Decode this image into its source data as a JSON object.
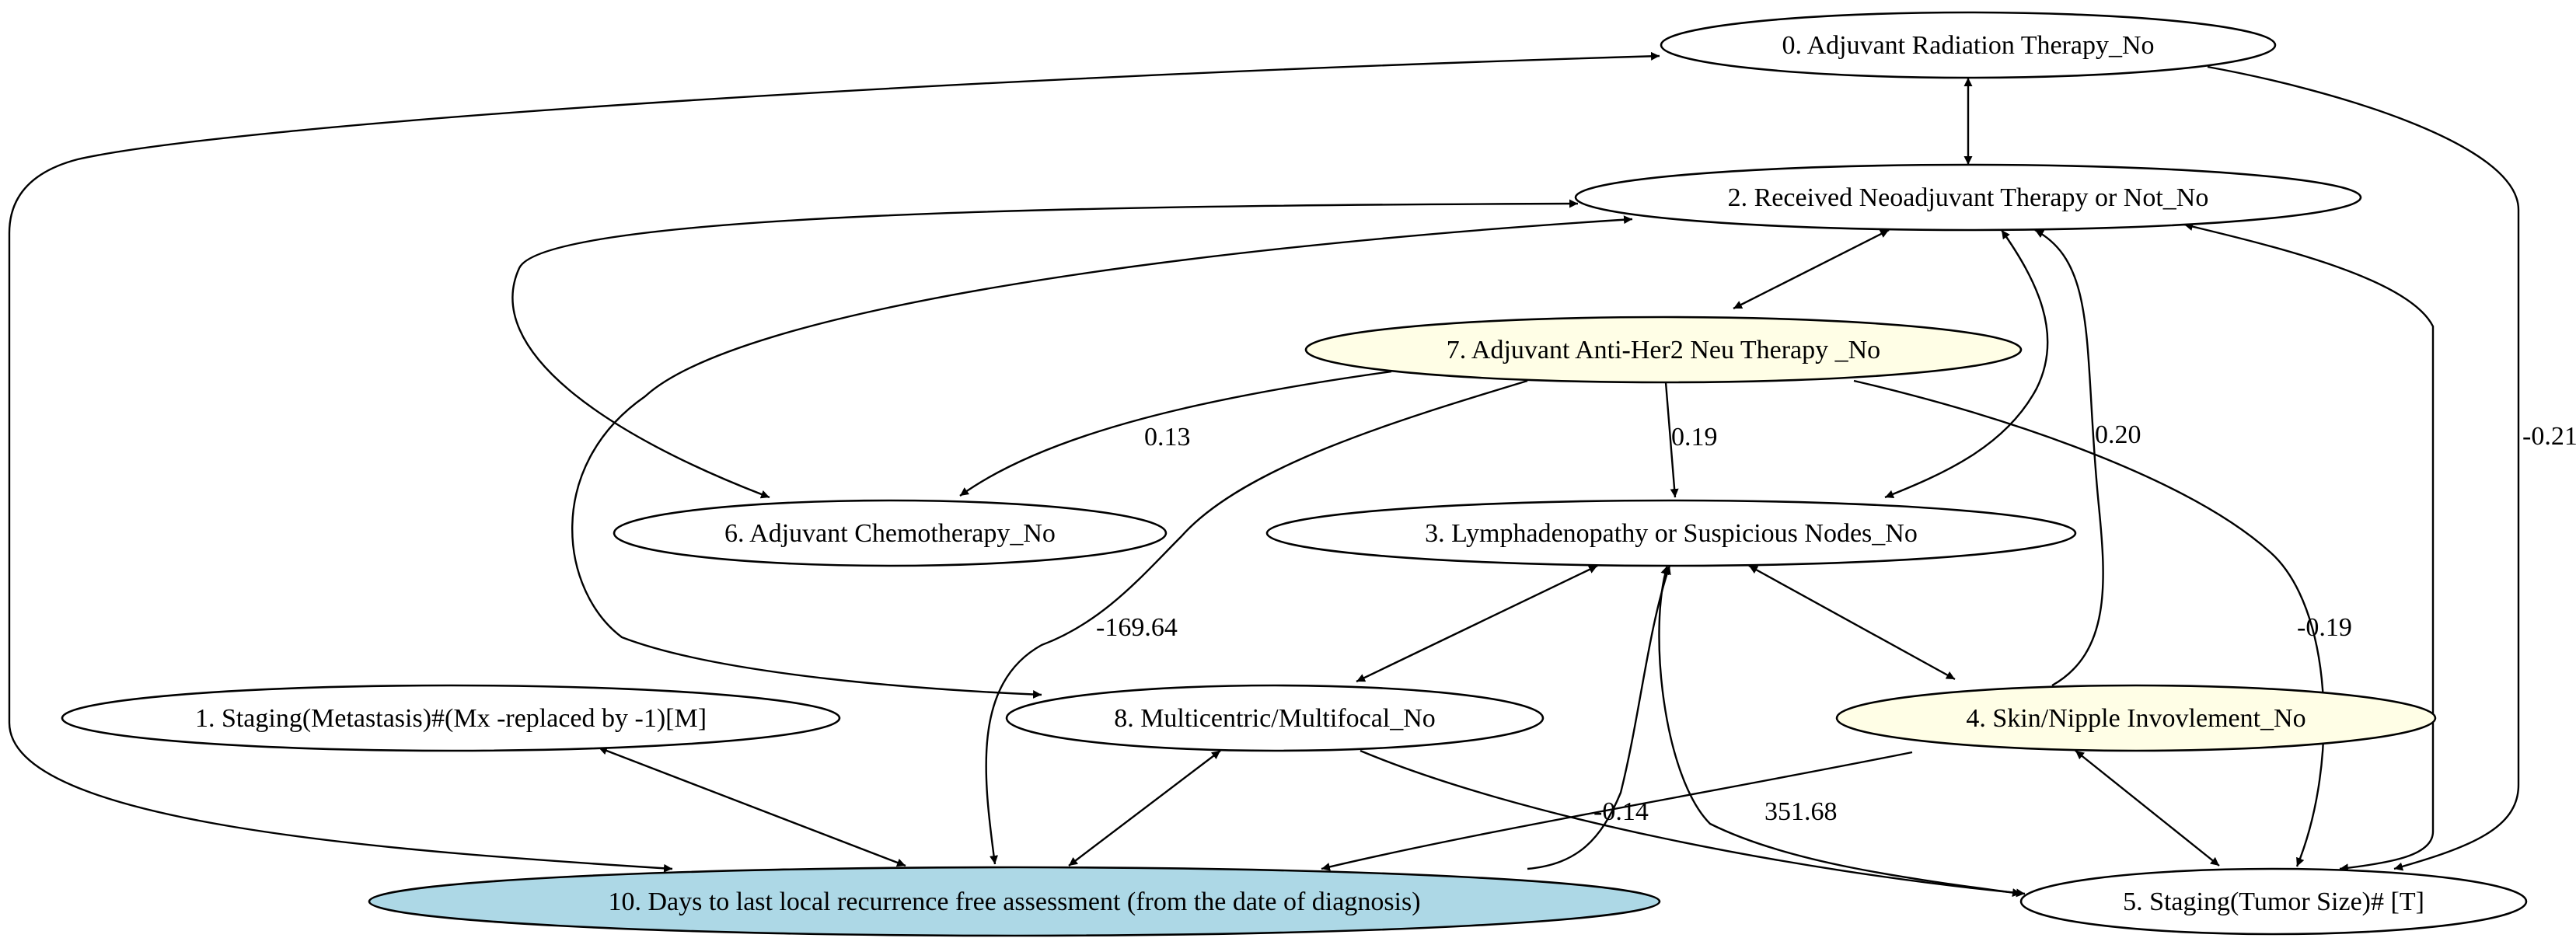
{
  "colors": {
    "default_node": "#ffffff",
    "highlight_node": "#fffee6",
    "target_node": "#add8e6",
    "stroke": "#000000"
  },
  "nodes": [
    {
      "id": "n0",
      "label": "0. Adjuvant Radiation Therapy_No",
      "style": "default"
    },
    {
      "id": "n1",
      "label": "1. Staging(Metastasis)#(Mx -replaced by -1)[M]",
      "style": "default"
    },
    {
      "id": "n2",
      "label": "2. Received Neoadjuvant Therapy or Not_No",
      "style": "default"
    },
    {
      "id": "n3",
      "label": "3. Lymphadenopathy or Suspicious Nodes_No",
      "style": "default"
    },
    {
      "id": "n4",
      "label": "4. Skin/Nipple Invovlement_No",
      "style": "highlight"
    },
    {
      "id": "n5",
      "label": "5. Staging(Tumor Size)# [T]",
      "style": "default"
    },
    {
      "id": "n6",
      "label": "6. Adjuvant Chemotherapy_No",
      "style": "default"
    },
    {
      "id": "n7",
      "label": "7. Adjuvant Anti-Her2 Neu Therapy _No",
      "style": "highlight"
    },
    {
      "id": "n8",
      "label": "8. Multicentric/Multifocal_No",
      "style": "default"
    },
    {
      "id": "n10",
      "label": "10. Days to last local recurrence free assessment (from the date of diagnosis)",
      "style": "target"
    }
  ],
  "edges": [
    {
      "id": "e0_2",
      "from": "n0",
      "to": "n2",
      "dir": "both",
      "label": ""
    },
    {
      "id": "e0_5",
      "from": "n0",
      "to": "n5",
      "dir": "forward",
      "label": "-0.21"
    },
    {
      "id": "e0_10",
      "from": "n0",
      "to": "n10",
      "dir": "both",
      "label": ""
    },
    {
      "id": "e2_7",
      "from": "n2",
      "to": "n7",
      "dir": "both",
      "label": ""
    },
    {
      "id": "e2_6",
      "from": "n2",
      "to": "n6",
      "dir": "both",
      "label": ""
    },
    {
      "id": "e2_8",
      "from": "n2",
      "to": "n8",
      "dir": "both",
      "label": ""
    },
    {
      "id": "e2_3",
      "from": "n2",
      "to": "n3",
      "dir": "both",
      "label": ""
    },
    {
      "id": "e2_5",
      "from": "n2",
      "to": "n5",
      "dir": "both",
      "label": ""
    },
    {
      "id": "e4_2",
      "from": "n4",
      "to": "n2",
      "dir": "forward",
      "label": "0.20"
    },
    {
      "id": "e7_6",
      "from": "n7",
      "to": "n6",
      "dir": "forward",
      "label": "0.13"
    },
    {
      "id": "e7_3",
      "from": "n7",
      "to": "n3",
      "dir": "forward",
      "label": "0.19"
    },
    {
      "id": "e7_10",
      "from": "n7",
      "to": "n10",
      "dir": "forward",
      "label": "-169.64"
    },
    {
      "id": "e7_5",
      "from": "n7",
      "to": "n5",
      "dir": "forward",
      "label": "-0.19"
    },
    {
      "id": "e3_8",
      "from": "n3",
      "to": "n8",
      "dir": "both",
      "label": ""
    },
    {
      "id": "e3_4",
      "from": "n3",
      "to": "n4",
      "dir": "both",
      "label": ""
    },
    {
      "id": "e10_3",
      "from": "n10",
      "to": "n3",
      "dir": "forward",
      "label": "-0.14"
    },
    {
      "id": "e3_5",
      "from": "n3",
      "to": "n5",
      "dir": "both",
      "label": ""
    },
    {
      "id": "e1_10",
      "from": "n1",
      "to": "n10",
      "dir": "both",
      "label": ""
    },
    {
      "id": "e8_10",
      "from": "n8",
      "to": "n10",
      "dir": "both",
      "label": ""
    },
    {
      "id": "e8_5",
      "from": "n8",
      "to": "n5",
      "dir": "forward",
      "label": ""
    },
    {
      "id": "e4_10",
      "from": "n4",
      "to": "n10",
      "dir": "forward",
      "label": "351.68"
    },
    {
      "id": "e4_5",
      "from": "n4",
      "to": "n5",
      "dir": "both",
      "label": ""
    }
  ]
}
